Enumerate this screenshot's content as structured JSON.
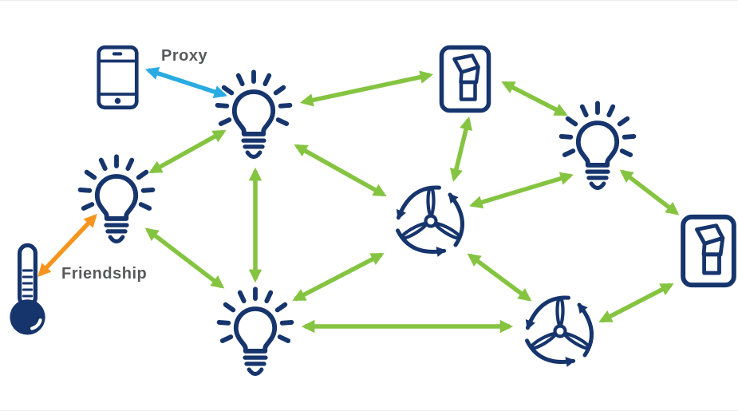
{
  "labels": {
    "proxy": "Proxy",
    "friendship": "Friendship"
  },
  "colors": {
    "device_outline_navy": "#17356d",
    "mesh_link_green": "#85c441",
    "proxy_link_blue": "#29abe2",
    "friendship_link_orange": "#f7941e",
    "label_text_gray": "#58595b",
    "background": "#ffffff"
  },
  "nodes": [
    {
      "id": "smartphone",
      "type": "smartphone",
      "icon": "smartphone-icon"
    },
    {
      "id": "bulb-top",
      "type": "light-bulb",
      "icon": "light-bulb-icon"
    },
    {
      "id": "bulb-left",
      "type": "light-bulb",
      "icon": "light-bulb-icon"
    },
    {
      "id": "bulb-bottom",
      "type": "light-bulb",
      "icon": "light-bulb-icon"
    },
    {
      "id": "bulb-right",
      "type": "light-bulb",
      "icon": "light-bulb-icon"
    },
    {
      "id": "switch-top",
      "type": "light-switch",
      "icon": "light-switch-icon"
    },
    {
      "id": "switch-right",
      "type": "light-switch",
      "icon": "light-switch-icon"
    },
    {
      "id": "fan-center",
      "type": "fan",
      "icon": "fan-icon"
    },
    {
      "id": "fan-bottom-right",
      "type": "fan",
      "icon": "fan-icon"
    },
    {
      "id": "thermometer",
      "type": "temperature-sensor",
      "icon": "thermometer-icon"
    }
  ],
  "edges": [
    {
      "from": "smartphone",
      "to": "bulb-top",
      "kind": "proxy",
      "label": "Proxy",
      "bidirectional": true
    },
    {
      "from": "thermometer",
      "to": "bulb-left",
      "kind": "friendship",
      "label": "Friendship",
      "bidirectional": true
    },
    {
      "from": "bulb-left",
      "to": "bulb-top",
      "kind": "mesh",
      "bidirectional": true
    },
    {
      "from": "bulb-left",
      "to": "bulb-bottom",
      "kind": "mesh",
      "bidirectional": true
    },
    {
      "from": "bulb-top",
      "to": "bulb-bottom",
      "kind": "mesh",
      "bidirectional": true
    },
    {
      "from": "bulb-top",
      "to": "switch-top",
      "kind": "mesh",
      "bidirectional": true
    },
    {
      "from": "bulb-top",
      "to": "fan-center",
      "kind": "mesh",
      "bidirectional": true
    },
    {
      "from": "switch-top",
      "to": "fan-center",
      "kind": "mesh",
      "bidirectional": true
    },
    {
      "from": "switch-top",
      "to": "bulb-right",
      "kind": "mesh",
      "bidirectional": true
    },
    {
      "from": "fan-center",
      "to": "bulb-right",
      "kind": "mesh",
      "bidirectional": true
    },
    {
      "from": "fan-center",
      "to": "bulb-bottom",
      "kind": "mesh",
      "bidirectional": true
    },
    {
      "from": "fan-center",
      "to": "fan-bottom-right",
      "kind": "mesh",
      "bidirectional": true
    },
    {
      "from": "bulb-bottom",
      "to": "fan-bottom-right",
      "kind": "mesh",
      "bidirectional": true
    },
    {
      "from": "bulb-right",
      "to": "switch-right",
      "kind": "mesh",
      "bidirectional": true
    },
    {
      "from": "fan-bottom-right",
      "to": "switch-right",
      "kind": "mesh",
      "bidirectional": true
    }
  ]
}
